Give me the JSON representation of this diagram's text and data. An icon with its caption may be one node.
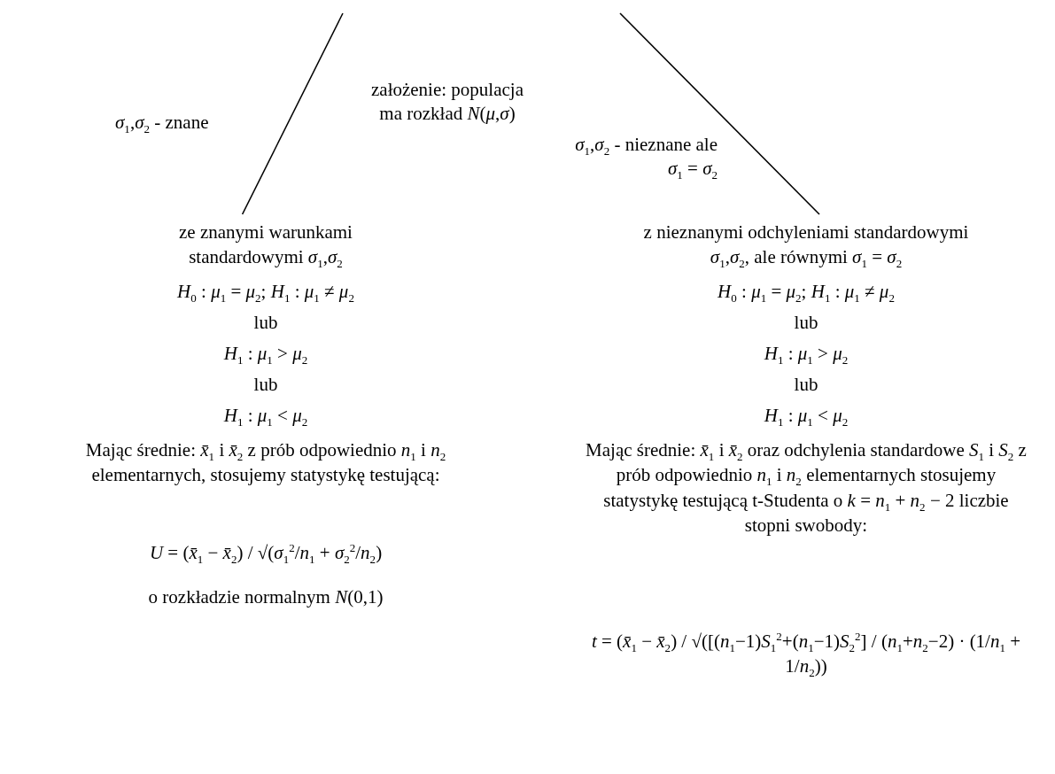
{
  "diagram": {
    "nodes": [
      {
        "text": [
          "ze znanymi warunkami standardowymi *σ*$_{1}$,*σ*$_{2}$",
          "*H*$_{0}$ : *μ*$_{1}$ = *μ*$_{2}$;   *H*$_{1}$ : *μ*$_{1}$ ≠ *μ*$_{2}$",
          "lub",
          "*H*$_{1}$ : *μ*$_{1}$ > *μ*$_{2}$",
          "lub",
          "*H*$_{1}$ : *μ*$_{1}$ < *μ*$_{2}$",
          "Mając średnie: *x̄*$_{1}$ i *x̄*$_{2}$ z prób odpowiednio *n*$_{1}$ i *n*$_{2}$ elementarnych, stosujemy statystykę testującą:",
          "*U* = (*x̄*$_{1}$ − *x̄*$_{2}$) / √(*σ*$_{1}$$^{2}$/*n*$_{1}$ + *σ*$_{2}$$^{2}$/*n*$_{2}$)",
          "o rozkładzie normalnym *N*(0,1)"
        ]
      },
      {
        "text": [
          "z nieznanymi odchyleniami standardowymi *σ*$_{1}$,*σ*$_{2}$, ale równymi *σ*$_{1}$ = *σ*$_{2}$",
          "*H*$_{0}$ : *μ*$_{1}$ = *μ*$_{2}$;   *H*$_{1}$ : *μ*$_{1}$ ≠ *μ*$_{2}$",
          "lub",
          "*H*$_{1}$ : *μ*$_{1}$ > *μ*$_{2}$",
          "lub",
          "*H*$_{1}$ : *μ*$_{1}$ < *μ*$_{2}$",
          "Mając średnie: *x̄*$_{1}$ i *x̄*$_{2}$ oraz odchylenia standardowe *S*$_{1}$ i *S*$_{2}$ z prób odpowiednio *n*$_{1}$ i *n*$_{2}$ elementarnych stosujemy statystykę testującą t-Studenta o *k* = *n*$_{1}$ + *n*$_{2}$ − 2 liczbie stopni swobody:",
          "*t* = (*x̄*$_{1}$ − *x̄*$_{2}$) / √([(*n*$_{1}$−1)*S*$_{1}$$^{2}$+(*n*$_{1}$−1)*S*$_{2}$$^{2}$] / (*n*$_{1}$+*n*$_{2}$−2) · (1/*n*$_{1}$ + 1/*n*$_{2}$))"
        ]
      }
    ],
    "edges": [
      {
        "from": null,
        "to": 0,
        "arrow": "none",
        "label": "*σ*$_{1}$,*σ*$_{2}$ - znane"
      },
      {
        "from": null,
        "to": 1,
        "arrow": "none",
        "label": "*σ*$_{1}$,*σ*$_{2}$ - nieznane ale *σ*$_{1}$ = *σ*$_{2}$"
      }
    ],
    "labels": [
      "założenie: populacja ma rozkład *N*(*μ*,*σ*)"
    ]
  }
}
